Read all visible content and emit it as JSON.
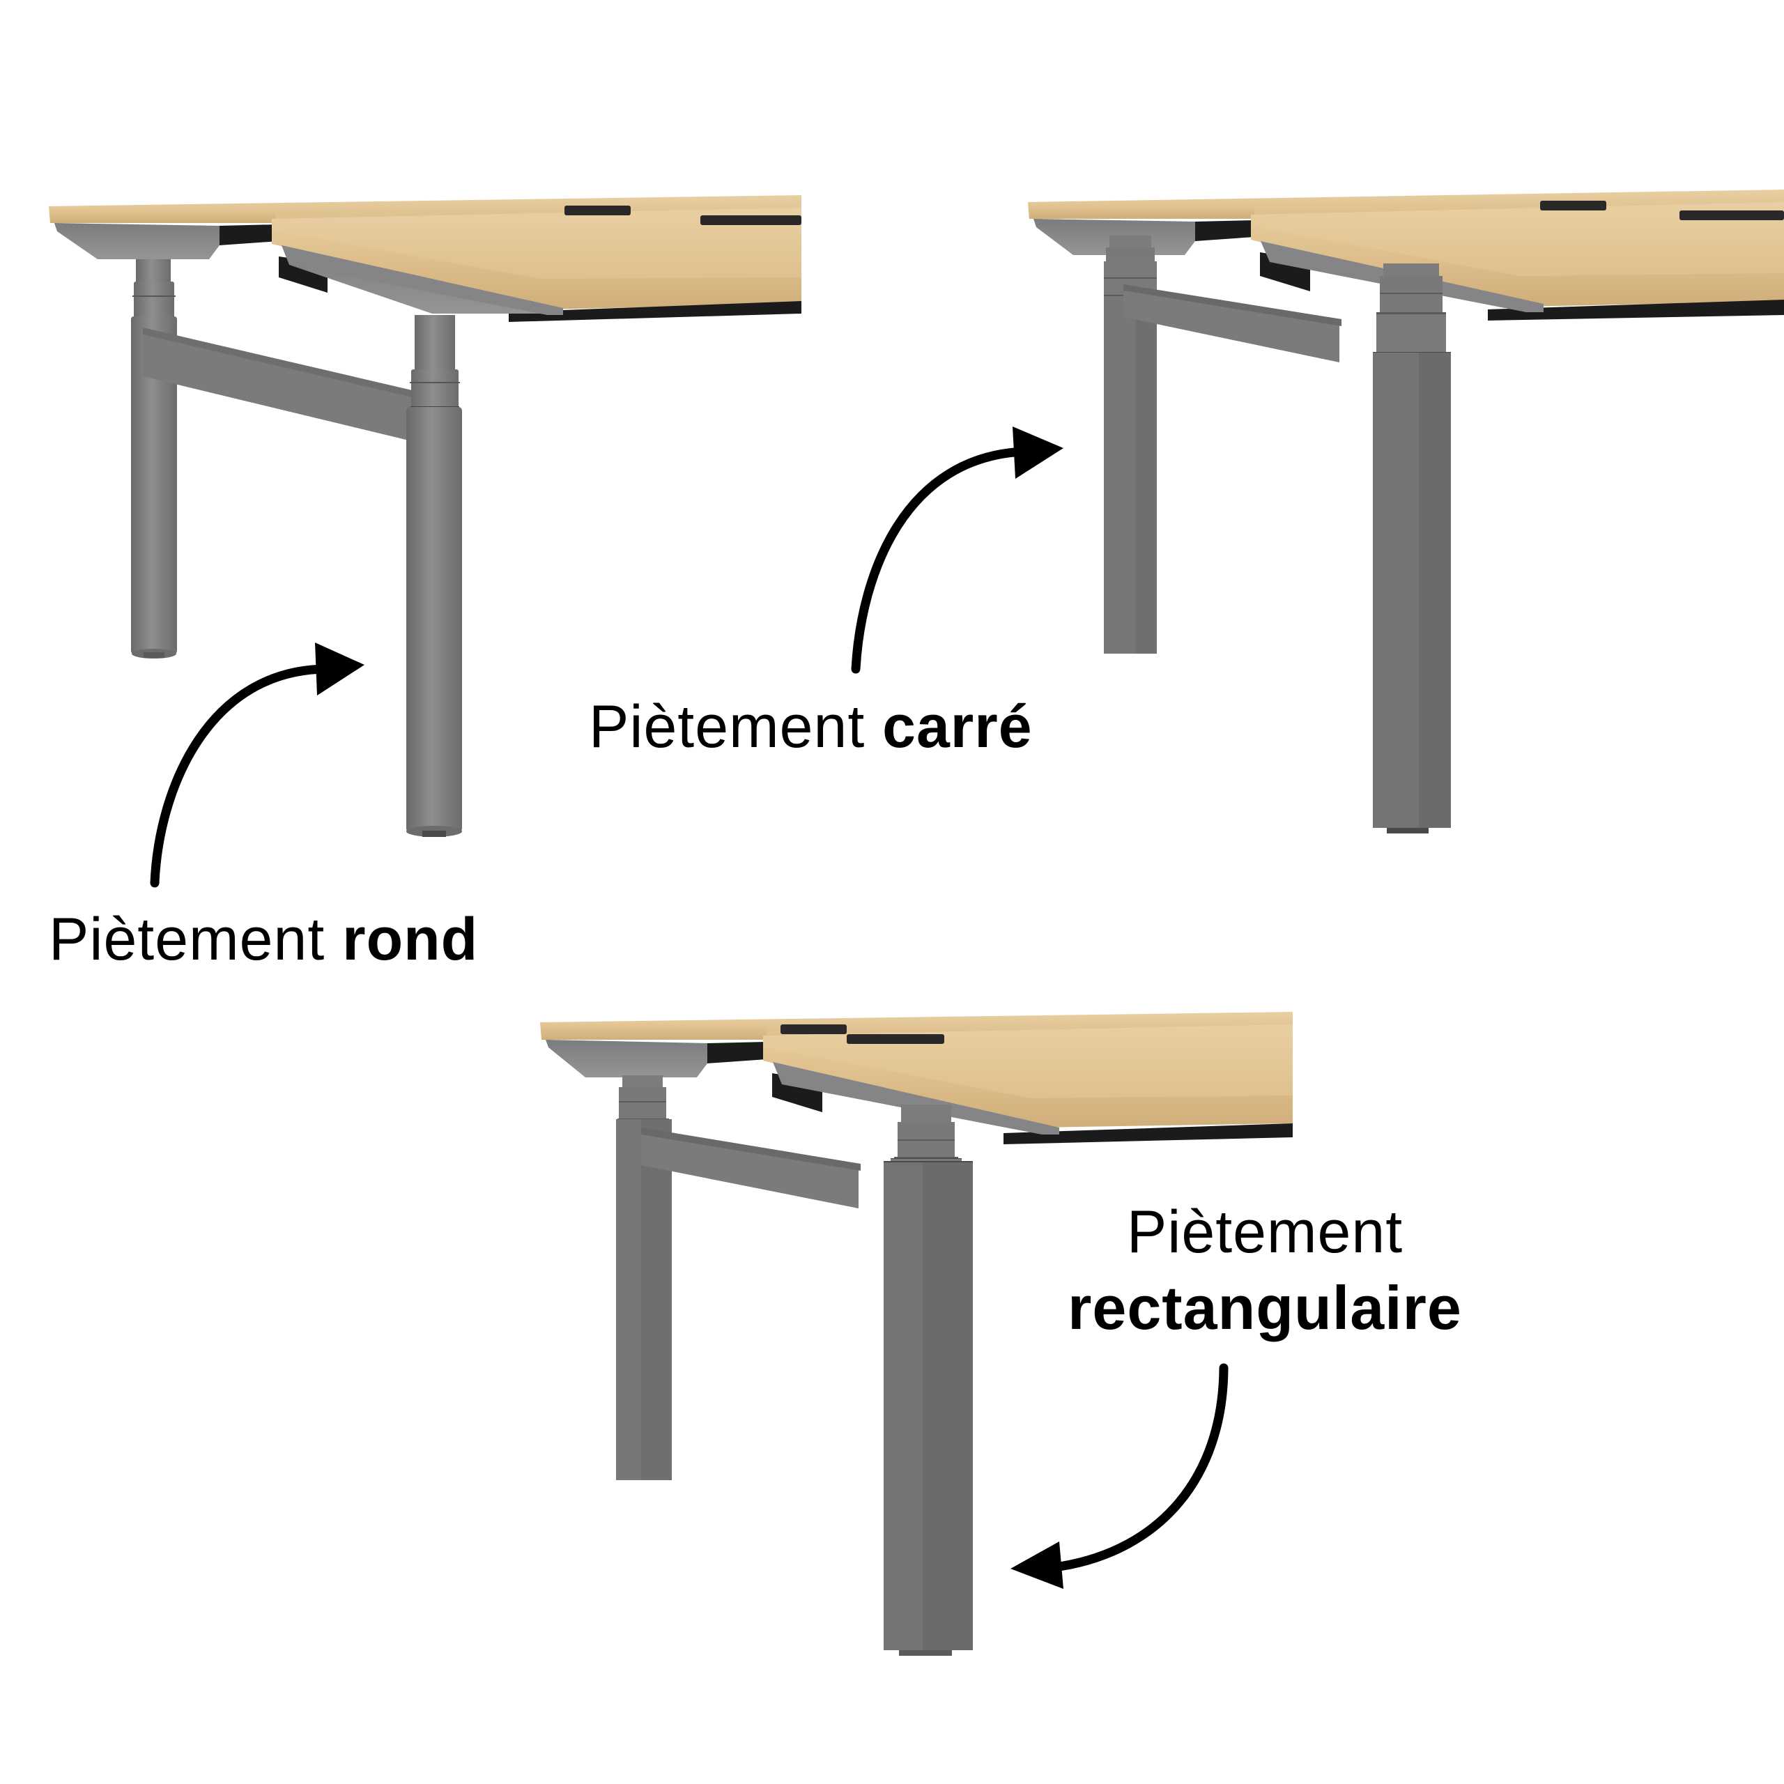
{
  "figure": {
    "description": "Comparison of three height-adjustable bench desk leg types",
    "colors": {
      "background": "#ffffff",
      "oak_top": "#e3c597",
      "oak_edge": "#d9b884",
      "metal_gray": "#7a7a7c",
      "metal_dark": "#5f5f61",
      "metal_light": "#8c8c8e",
      "black_parts": "#1c1b1b",
      "arrow": "#000000",
      "text": "#000000"
    }
  },
  "labels": {
    "round": {
      "prefix": "Piètement",
      "emphasis": "rond"
    },
    "square": {
      "prefix": "Piètement",
      "emphasis": "carré"
    },
    "rectangular": {
      "prefix": "Piètement",
      "emphasis": "rectangulaire"
    }
  },
  "desks": [
    {
      "id": "desk-round-legs",
      "leg_shape": "round"
    },
    {
      "id": "desk-square-legs",
      "leg_shape": "square"
    },
    {
      "id": "desk-rectangular-legs",
      "leg_shape": "rectangular"
    }
  ],
  "arrows": [
    {
      "id": "arrow-round",
      "points_to": "round leg"
    },
    {
      "id": "arrow-square",
      "points_to": "square leg"
    },
    {
      "id": "arrow-rectangular",
      "points_to": "rectangular leg"
    }
  ]
}
